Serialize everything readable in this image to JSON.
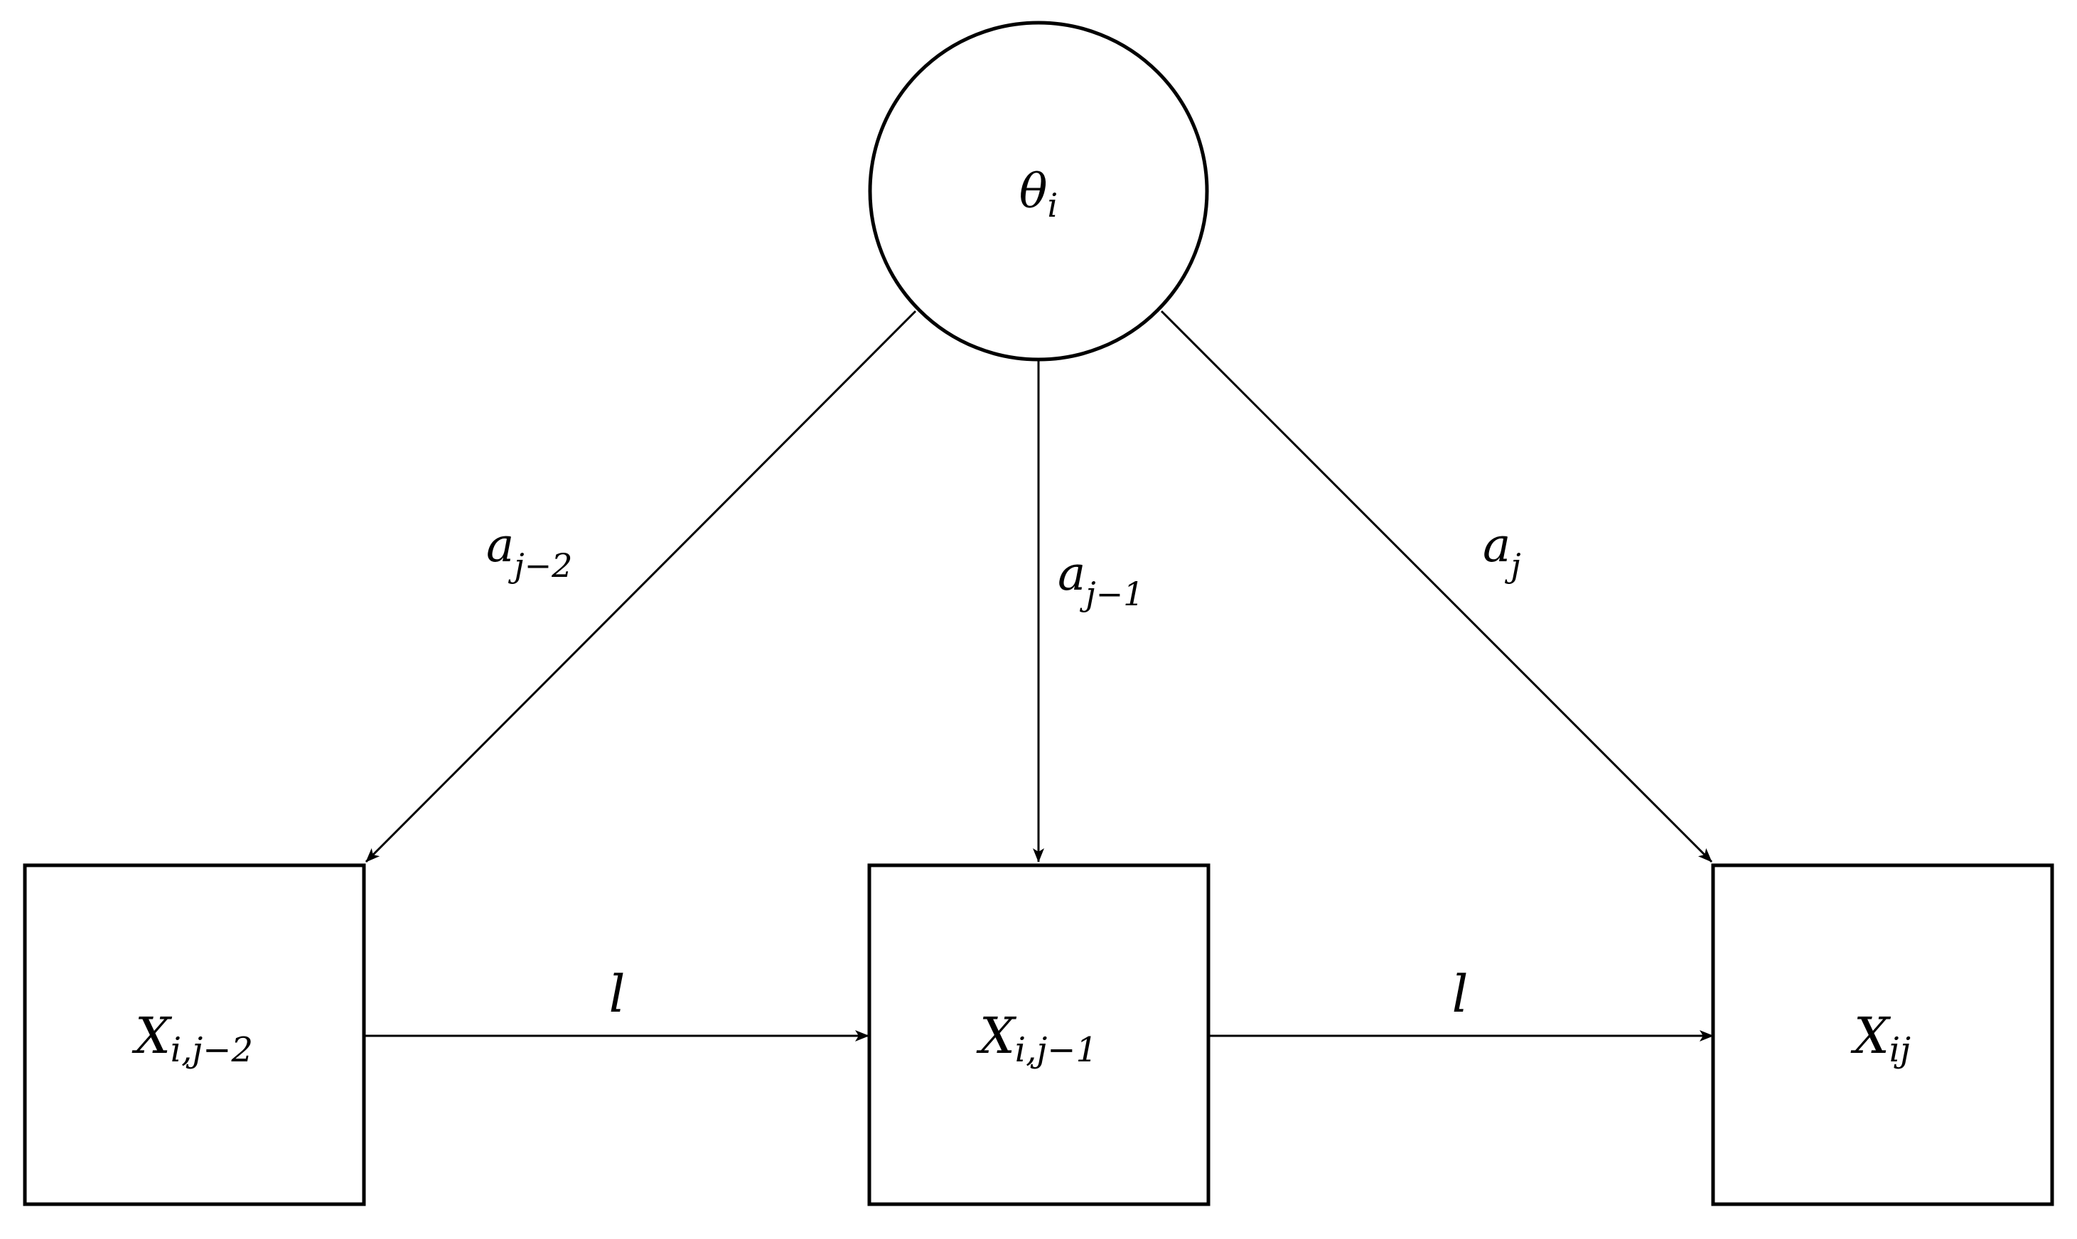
{
  "nodes": {
    "latent": {
      "base": "θ",
      "sub": "i"
    },
    "item_j2": {
      "base": "X",
      "sub": "i,j−2"
    },
    "item_j1": {
      "base": "X",
      "sub": "i,j−1"
    },
    "item_j": {
      "base": "X",
      "sub": "ij"
    }
  },
  "loadings": {
    "a_j2": {
      "base": "a",
      "sub": "j−2"
    },
    "a_j1": {
      "base": "a",
      "sub": "j−1"
    },
    "a_j": {
      "base": "a",
      "sub": "j"
    }
  },
  "transitions": {
    "l_1": "l",
    "l_2": "l"
  },
  "colors": {
    "stroke": "#000000",
    "background": "#ffffff"
  }
}
